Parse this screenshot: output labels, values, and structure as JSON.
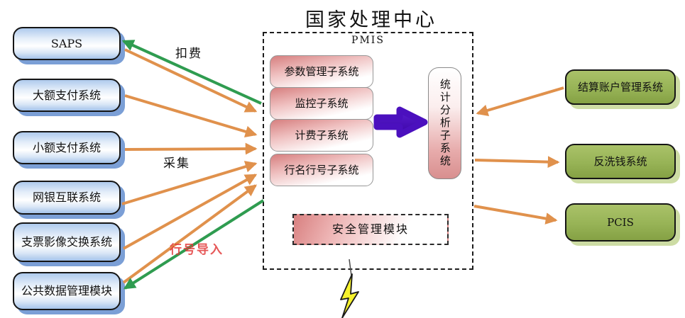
{
  "title": "国家处理中心",
  "center": {
    "group_label": "PMIS",
    "subsystems": [
      "参数管理子系统",
      "监控子系统",
      "计费子系统",
      "行名行号子系统"
    ],
    "stat_subsystem": "统计分析子系统",
    "security_module": "安全管理模块"
  },
  "left_systems": [
    "SAPS",
    "大额支付系统",
    "小额支付系统",
    "网银互联系统",
    "支票影像交换系统",
    "公共数据管理模块"
  ],
  "right_systems": [
    "结算账户管理系统",
    "反洗钱系统",
    "PCIS"
  ],
  "flow_labels": {
    "deduct_fee": "扣费",
    "collect": "采集",
    "bank_code_import": "行号导入"
  },
  "colors": {
    "orange_arrow": "#E0914C",
    "green_arrow": "#2F9C50",
    "purple_arrow": "#4B10BE",
    "blue_node_shadow": "#7B9FD6",
    "green_node_fill": "#97B356",
    "pink_node_fill": "#D67E7E",
    "red_label": "#E23A3A",
    "lightning_yellow": "#F6F22C"
  }
}
